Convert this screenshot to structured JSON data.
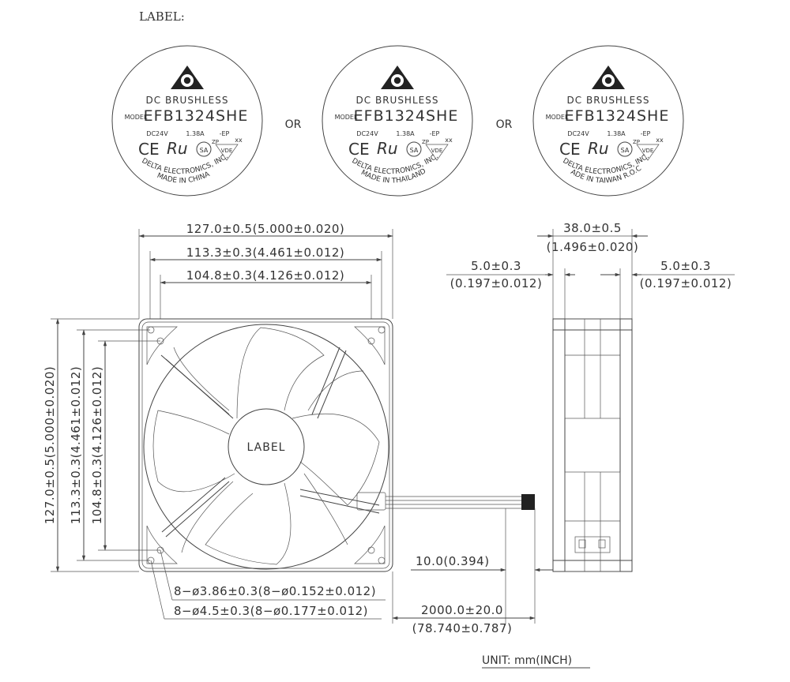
{
  "header": {
    "title": "LABEL:"
  },
  "label_variants": [
    {
      "series": "DC BRUSHLESS",
      "model_prefix": "MODEL",
      "model": "EFB1324SHE",
      "voltage": "DC24V",
      "current": "1.38A",
      "suffix": "-EP",
      "code": "xx",
      "cert1": "CE",
      "cert2": "ZP",
      "cert3": "VDE",
      "maker": "DELTA ELECTRONICS, INC.",
      "origin": "MADE IN CHINA"
    },
    {
      "series": "DC BRUSHLESS",
      "model_prefix": "MODEL",
      "model": "EFB1324SHE",
      "voltage": "DC24V",
      "current": "1.38A",
      "suffix": "-EP",
      "code": "xx",
      "cert1": "CE",
      "cert2": "ZP",
      "cert3": "VDE",
      "maker": "DELTA ELECTRONICS, INC.",
      "origin": "MADE IN THAILAND"
    },
    {
      "series": "DC BRUSHLESS",
      "model_prefix": "MODEL",
      "model": "EFB1324SHE",
      "voltage": "DC24V",
      "current": "1.38A",
      "suffix": "-EP",
      "code": "xx",
      "cert1": "CE",
      "cert2": "ZP",
      "cert3": "VDE",
      "maker": "DELTA ELECTRONICS, INC.",
      "origin": "MADE IN TAIWAN R.O.C."
    }
  ],
  "or_text": "OR",
  "hub_label": "LABEL",
  "dimensions": {
    "overall_w": "127.0±0.5(5.000±0.020)",
    "mount_w": "113.3±0.3(4.461±0.012)",
    "inner_w": "104.8±0.3(4.126±0.012)",
    "overall_h": "127.0±0.5(5.000±0.020)",
    "mount_h": "113.3±0.3(4.461±0.012)",
    "inner_h": "104.8±0.3(4.126±0.012)",
    "depth_mm": "38.0±0.5",
    "depth_in": "(1.496±0.020)",
    "flange_left_mm": "5.0±0.3",
    "flange_left_in": "(0.197±0.012)",
    "flange_right_mm": "5.0±0.3",
    "flange_right_in": "(0.197±0.012)",
    "hole_small": "8−ø3.86±0.3(8−ø0.152±0.012)",
    "hole_large": "8−ø4.5±0.3(8−ø0.177±0.012)",
    "strip": "10.0(0.394)",
    "lead_mm": "2000.0±20.0",
    "lead_in": "(78.740±0.787)"
  },
  "unit_note": "UNIT:  mm(INCH)"
}
